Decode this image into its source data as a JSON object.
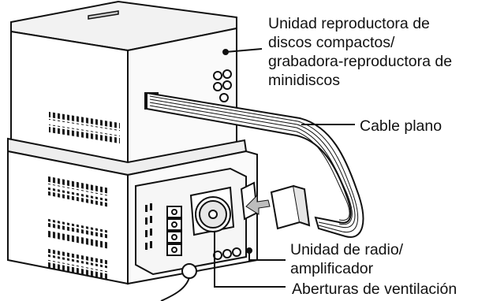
{
  "labels": {
    "cd_unit": [
      "Unidad reproductora de",
      "discos compactos/",
      "grabadora-reproductora de",
      "minidiscos"
    ],
    "flat_cable": "Cable plano",
    "radio_unit": [
      "Unidad de radio/",
      "amplificador"
    ],
    "vents": "Aberturas de ventilación"
  },
  "colors": {
    "line": "#111111",
    "body": "#ffffff",
    "shade": "#e6e6e6",
    "dark_shade": "#bdbdbd"
  }
}
